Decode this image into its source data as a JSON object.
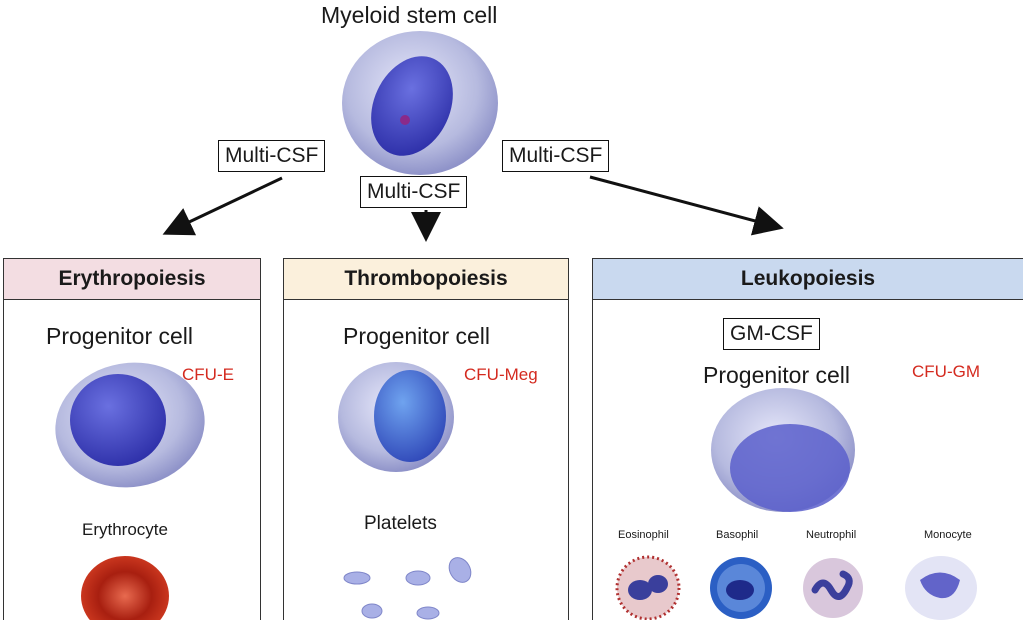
{
  "top": {
    "title": "Myeloid stem cell"
  },
  "csf_labels": {
    "left": "Multi-CSF",
    "center": "Multi-CSF",
    "right": "Multi-CSF"
  },
  "panels": {
    "erythro": {
      "header": "Erythropoiesis",
      "progenitor": "Progenitor cell",
      "cfu": "CFU-E",
      "product": "Erythrocyte",
      "color": "#f3dde2"
    },
    "thrombo": {
      "header": "Thrombopoiesis",
      "progenitor": "Progenitor cell",
      "cfu": "CFU-Meg",
      "product": "Platelets",
      "color": "#fbf0dc"
    },
    "leuko": {
      "header": "Leukopoiesis",
      "gm_csf": "GM-CSF",
      "progenitor": "Progenitor cell",
      "cfu": "CFU-GM",
      "color": "#c9d9ef",
      "cells": [
        "Eosinophil",
        "Basophil",
        "Neutrophil",
        "Monocyte"
      ]
    }
  },
  "colors": {
    "cfu_text": "#d42a1f",
    "cell_body": "#b9bde8",
    "nucleus": "#3b3fbf",
    "rbc": "#c0291a"
  }
}
